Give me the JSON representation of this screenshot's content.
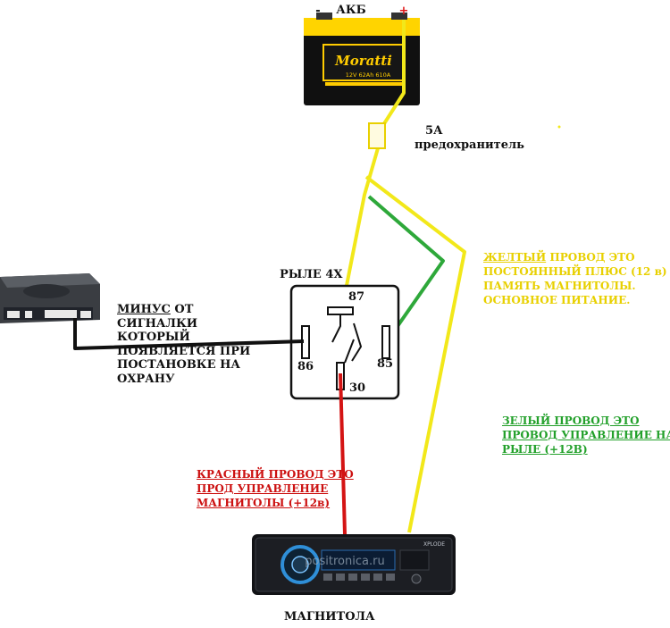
{
  "battery": {
    "label": "АКБ",
    "minus": "-",
    "plus": "+",
    "brand": "Moratti",
    "spec": "12V  62Ah  610A"
  },
  "fuse": {
    "line1": "5А",
    "line2": "предохранитель"
  },
  "relay": {
    "title": "РЫЛЕ 4Х",
    "pin87": "87",
    "pin86": "86",
    "pin85": "85",
    "pin30": "30"
  },
  "alarm_note": {
    "underlined": "МИНУС",
    "rest1": " ОТ",
    "line2": "СИГНАЛКИ",
    "line3": "КОТОРЫЙ",
    "line4": "ПОЯВЛЯЕТСЯ ПРИ",
    "line5": "ПОСТАНОВКЕ НА",
    "line6": "ОХРАНУ"
  },
  "yellow_note": {
    "underlined": "ЖЕЛТЫЙ",
    "rest1": " ПРОВОД ЭТО",
    "line2": "ПОСТОЯННЫЙ ПЛЮС (12 в) -",
    "line3": "ПАМЯТЬ МАГНИТОЛЫ.",
    "line4": "ОСНОВНОЕ ПИТАНИЕ."
  },
  "green_note": {
    "line1": "ЗЕЛЫЙ ПРОВОД ЭТО",
    "line2": "ПРОВОД УПРАВЛЕНИЕ НА",
    "line3": "РЫЛЕ (+12В)"
  },
  "red_note": {
    "line1": "КРАСНЫЙ ПРОВОД ЭТО",
    "line2": "ПРОД УПРАВЛЕНИЕ",
    "line3": "МАГНИТОЛЫ (+12в)"
  },
  "radio": {
    "label": "МАГНИТОЛА",
    "watermark": "positronica.ru",
    "model_text": "XPLODE"
  },
  "colors": {
    "yellow_wire": "#f2e81a",
    "green_wire": "#2ea83a",
    "red_wire": "#d41414",
    "black_wire": "#111111"
  }
}
